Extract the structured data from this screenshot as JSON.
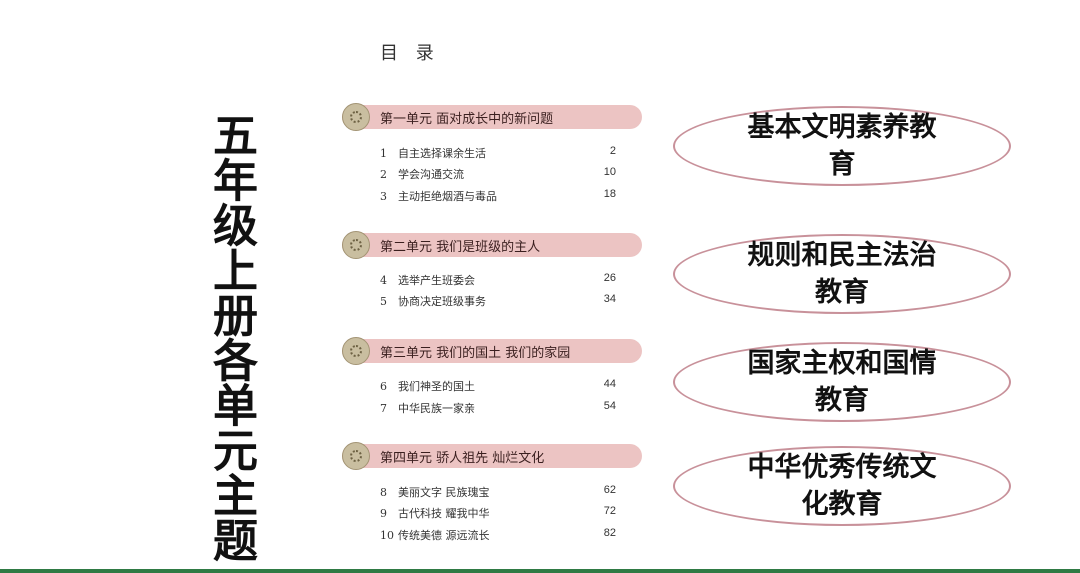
{
  "vertical_title": "五年级上册各单元主题",
  "toc": {
    "heading": "目 录",
    "units": [
      {
        "title": "第一单元  面对成长中的新问题",
        "lessons": [
          {
            "num": "1",
            "title": "自主选择课余生活",
            "page": "2"
          },
          {
            "num": "2",
            "title": "学会沟通交流",
            "page": "10"
          },
          {
            "num": "3",
            "title": "主动拒绝烟酒与毒品",
            "page": "18"
          }
        ]
      },
      {
        "title": "第二单元  我们是班级的主人",
        "lessons": [
          {
            "num": "4",
            "title": "选举产生班委会",
            "page": "26"
          },
          {
            "num": "5",
            "title": "协商决定班级事务",
            "page": "34"
          }
        ]
      },
      {
        "title": "第三单元  我们的国土  我们的家园",
        "lessons": [
          {
            "num": "6",
            "title": "我们神圣的国土",
            "page": "44"
          },
          {
            "num": "7",
            "title": "中华民族一家亲",
            "page": "54"
          }
        ]
      },
      {
        "title": "第四单元  骄人祖先  灿烂文化",
        "lessons": [
          {
            "num": "8",
            "title": "美丽文字  民族瑰宝",
            "page": "62"
          },
          {
            "num": "9",
            "title": "古代科技  耀我中华",
            "page": "72"
          },
          {
            "num": "10",
            "title": "传统美德  源远流长",
            "page": "82"
          }
        ]
      }
    ]
  },
  "themes": [
    "基本文明素养教育",
    "规则和民主法治教育",
    "国家主权和国情教育",
    "中华优秀传统文化教育"
  ],
  "colors": {
    "unit_bar": "#ecc4c3",
    "oval_border": "#c8919a",
    "bottom_line": "#2f7a44"
  }
}
